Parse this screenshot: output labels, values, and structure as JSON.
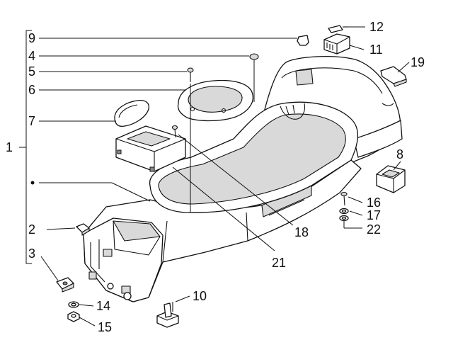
{
  "callouts": {
    "n1": "1",
    "n2": "2",
    "n3": "3",
    "n4": "4",
    "n5": "5",
    "n6": "6",
    "n7": "7",
    "n8": "8",
    "n9": "9",
    "n10": "10",
    "n11": "11",
    "n12": "12",
    "n14": "14",
    "n15": "15",
    "n16": "16",
    "n17": "17",
    "n18": "18",
    "n19": "19",
    "n21": "21",
    "n22": "22"
  }
}
